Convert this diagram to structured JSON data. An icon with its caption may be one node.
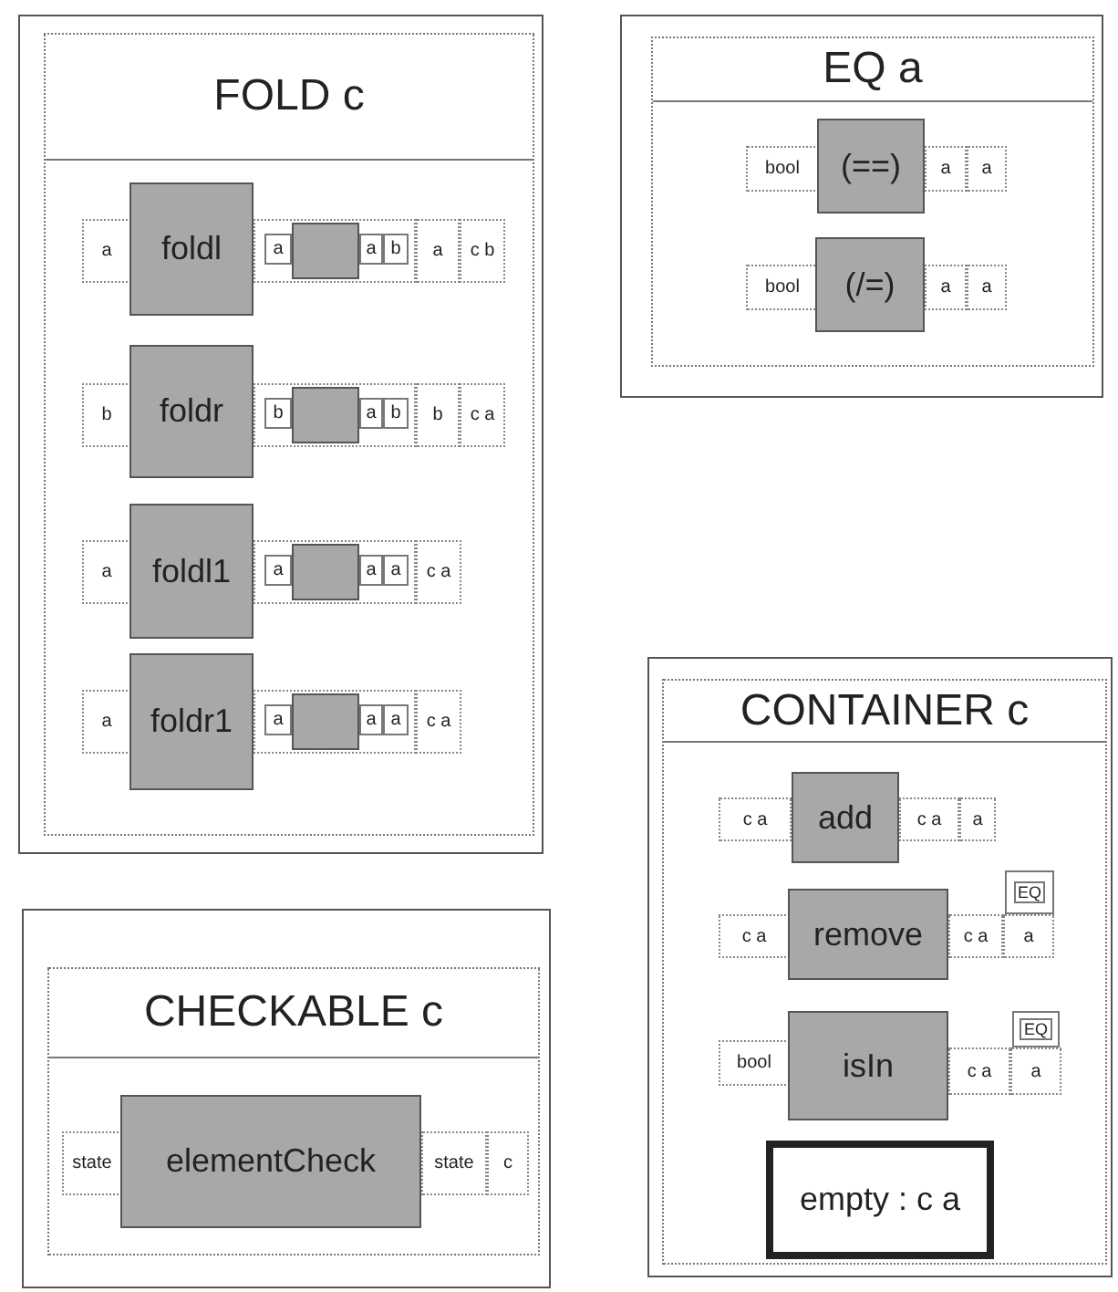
{
  "diagram": {
    "nodes": [
      {
        "text": [],
        "shape": "box"
      },
      {
        "text": [
          "FOLD c"
        ],
        "in": 0
      },
      {
        "text": [
          "a"
        ],
        "in": 1
      },
      {
        "text": [
          "foldl"
        ],
        "in": 1
      },
      {
        "text": [],
        "shape": "box",
        "in": 1
      },
      {
        "text": [
          "a"
        ],
        "in": 4
      },
      {
        "text": [],
        "shape": "box",
        "in": 4
      },
      {
        "text": [
          "a"
        ],
        "in": 4
      },
      {
        "text": [
          "b"
        ],
        "in": 4
      },
      {
        "text": [
          "a"
        ],
        "in": 1
      },
      {
        "text": [
          "c b"
        ],
        "in": 1
      },
      {
        "text": [
          "b"
        ],
        "in": 1
      },
      {
        "text": [
          "foldr"
        ],
        "in": 1
      },
      {
        "text": [],
        "shape": "box",
        "in": 1
      },
      {
        "text": [
          "b"
        ],
        "in": 13
      },
      {
        "text": [],
        "shape": "box",
        "in": 13
      },
      {
        "text": [
          "a"
        ],
        "in": 13
      },
      {
        "text": [
          "b"
        ],
        "in": 13
      },
      {
        "text": [
          "b"
        ],
        "in": 1
      },
      {
        "text": [
          "c a"
        ],
        "in": 1
      },
      {
        "text": [
          "a"
        ],
        "in": 1
      },
      {
        "text": [
          "foldl1"
        ],
        "in": 1
      },
      {
        "text": [],
        "shape": "box",
        "in": 1
      },
      {
        "text": [
          "a"
        ],
        "in": 22
      },
      {
        "text": [],
        "shape": "box",
        "in": 22
      },
      {
        "text": [
          "a"
        ],
        "in": 22
      },
      {
        "text": [
          "a"
        ],
        "in": 22
      },
      {
        "text": [
          "c a"
        ],
        "in": 1
      },
      {
        "text": [
          "a"
        ],
        "in": 1
      },
      {
        "text": [
          "foldr1"
        ],
        "in": 1
      },
      {
        "text": [],
        "shape": "box",
        "in": 1
      },
      {
        "text": [
          "a"
        ],
        "in": 30
      },
      {
        "text": [],
        "shape": "box",
        "in": 30
      },
      {
        "text": [
          "a"
        ],
        "in": 30
      },
      {
        "text": [
          "a"
        ],
        "in": 30
      },
      {
        "text": [
          "c a"
        ],
        "in": 1
      },
      {
        "text": [],
        "shape": "box"
      },
      {
        "text": [
          "EQ a"
        ],
        "in": 36
      },
      {
        "text": [
          "bool"
        ],
        "in": 37
      },
      {
        "text": [
          "(==)"
        ],
        "in": 37
      },
      {
        "text": [
          "a"
        ],
        "in": 37
      },
      {
        "text": [
          "a"
        ],
        "in": 37
      },
      {
        "text": [
          "bool"
        ],
        "in": 37
      },
      {
        "text": [
          "(/=)"
        ],
        "in": 37
      },
      {
        "text": [
          "a"
        ],
        "in": 37
      },
      {
        "text": [
          "a"
        ],
        "in": 37
      },
      {
        "text": [],
        "shape": "box"
      },
      {
        "text": [
          "CONTAINER c"
        ],
        "in": 46
      },
      {
        "text": [
          "c a"
        ],
        "in": 47
      },
      {
        "text": [
          "add"
        ],
        "in": 47
      },
      {
        "text": [
          "c a"
        ],
        "in": 47
      },
      {
        "text": [
          "a"
        ],
        "in": 47
      },
      {
        "text": [
          "c a"
        ],
        "in": 47
      },
      {
        "text": [
          "remove"
        ],
        "in": 47
      },
      {
        "text": [
          "c a"
        ],
        "in": 47
      },
      {
        "text": [
          "a"
        ],
        "in": 47
      },
      {
        "text": [
          "EQ"
        ],
        "in": 47
      },
      {
        "text": [
          "bool"
        ],
        "in": 47
      },
      {
        "text": [
          "isIn"
        ],
        "in": 47
      },
      {
        "text": [
          "c a"
        ],
        "in": 47
      },
      {
        "text": [
          "a"
        ],
        "in": 47
      },
      {
        "text": [
          "EQ"
        ],
        "in": 47
      },
      {
        "text": [
          "empty : c a"
        ],
        "in": 47
      },
      {
        "text": [],
        "shape": "box"
      },
      {
        "text": [
          "CHECKABLE c"
        ],
        "in": 63
      },
      {
        "text": [
          "state"
        ],
        "in": 64
      },
      {
        "text": [
          "elementCheck"
        ],
        "in": 64
      },
      {
        "text": [
          "state"
        ],
        "in": 64
      },
      {
        "text": [
          "c"
        ],
        "in": 64
      }
    ]
  }
}
